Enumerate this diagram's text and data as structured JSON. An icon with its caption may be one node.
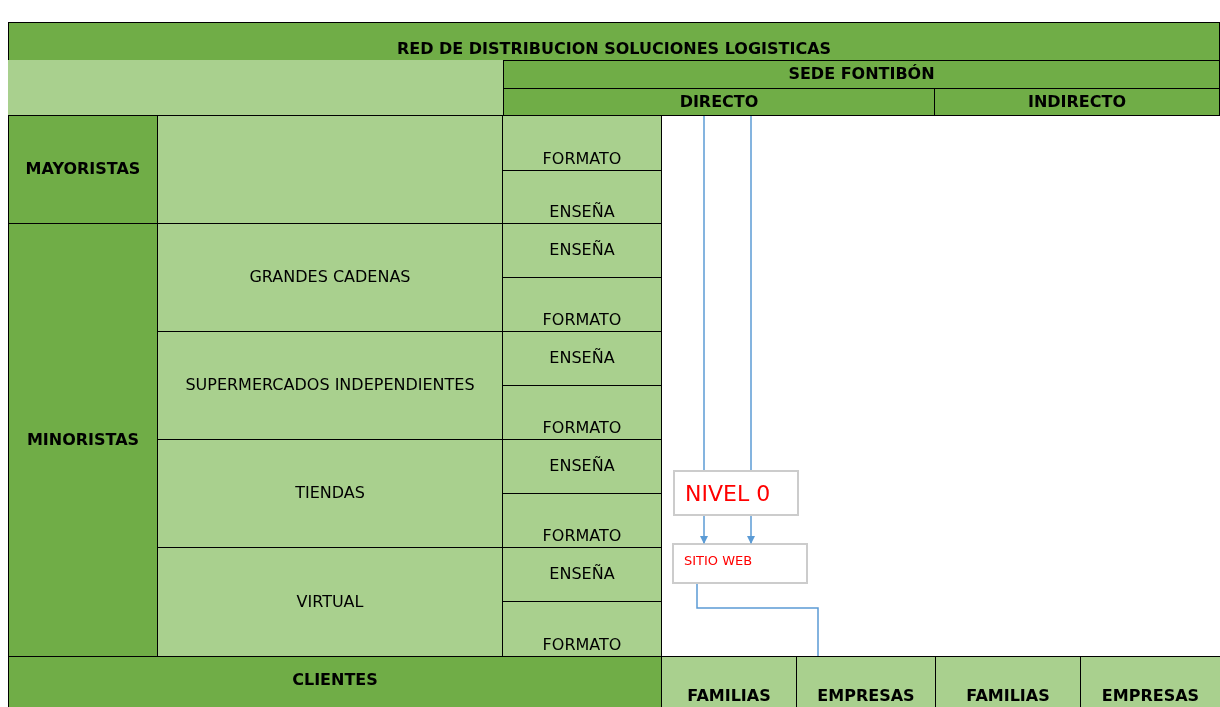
{
  "diagram": {
    "title": "RED DE DISTRIBUCION SOLUCIONES LOGISTICAS",
    "nodes": [
      {
        "text": [
          "SEDE FONTIBÓN"
        ]
      },
      {
        "text": [
          "DIRECTO"
        ]
      },
      {
        "text": [
          "INDIRECTO"
        ]
      },
      {
        "text": [
          "MAYORISTAS"
        ]
      },
      {
        "text": [
          "FORMATO"
        ]
      },
      {
        "text": [
          "ENSEÑA"
        ]
      },
      {
        "text": [
          "MINORISTAS"
        ]
      },
      {
        "text": [
          "GRANDES CADENAS"
        ]
      },
      {
        "text": [
          "ENSEÑA"
        ]
      },
      {
        "text": [
          "FORMATO"
        ]
      },
      {
        "text": [
          "SUPERMERCADOS INDEPENDIENTES"
        ]
      },
      {
        "text": [
          "ENSEÑA"
        ]
      },
      {
        "text": [
          "FORMATO"
        ]
      },
      {
        "text": [
          "TIENDAS"
        ]
      },
      {
        "text": [
          "ENSEÑA"
        ]
      },
      {
        "text": [
          "FORMATO"
        ]
      },
      {
        "text": [
          "VIRTUAL"
        ]
      },
      {
        "text": [
          "ENSEÑA"
        ]
      },
      {
        "text": [
          "FORMATO"
        ]
      },
      {
        "text": [
          "NIVEL 0"
        ]
      },
      {
        "text": [
          "SITIO WEB"
        ]
      },
      {
        "text": [
          "CLIENTES"
        ]
      },
      {
        "text": [
          "FAMILIAS"
        ]
      },
      {
        "text": [
          "EMPRESAS"
        ]
      },
      {
        "text": [
          "FAMILIAS"
        ]
      },
      {
        "text": [
          "EMPRESAS"
        ]
      }
    ],
    "edges": [
      {
        "from": 1,
        "to": 19,
        "arrow": "none"
      },
      {
        "from": 1,
        "to": 19,
        "arrow": "none"
      },
      {
        "from": 19,
        "to": 20,
        "arrow": "to"
      },
      {
        "from": 19,
        "to": 20,
        "arrow": "to"
      },
      {
        "from": 20,
        "to": 23,
        "arrow": "none"
      }
    ]
  }
}
